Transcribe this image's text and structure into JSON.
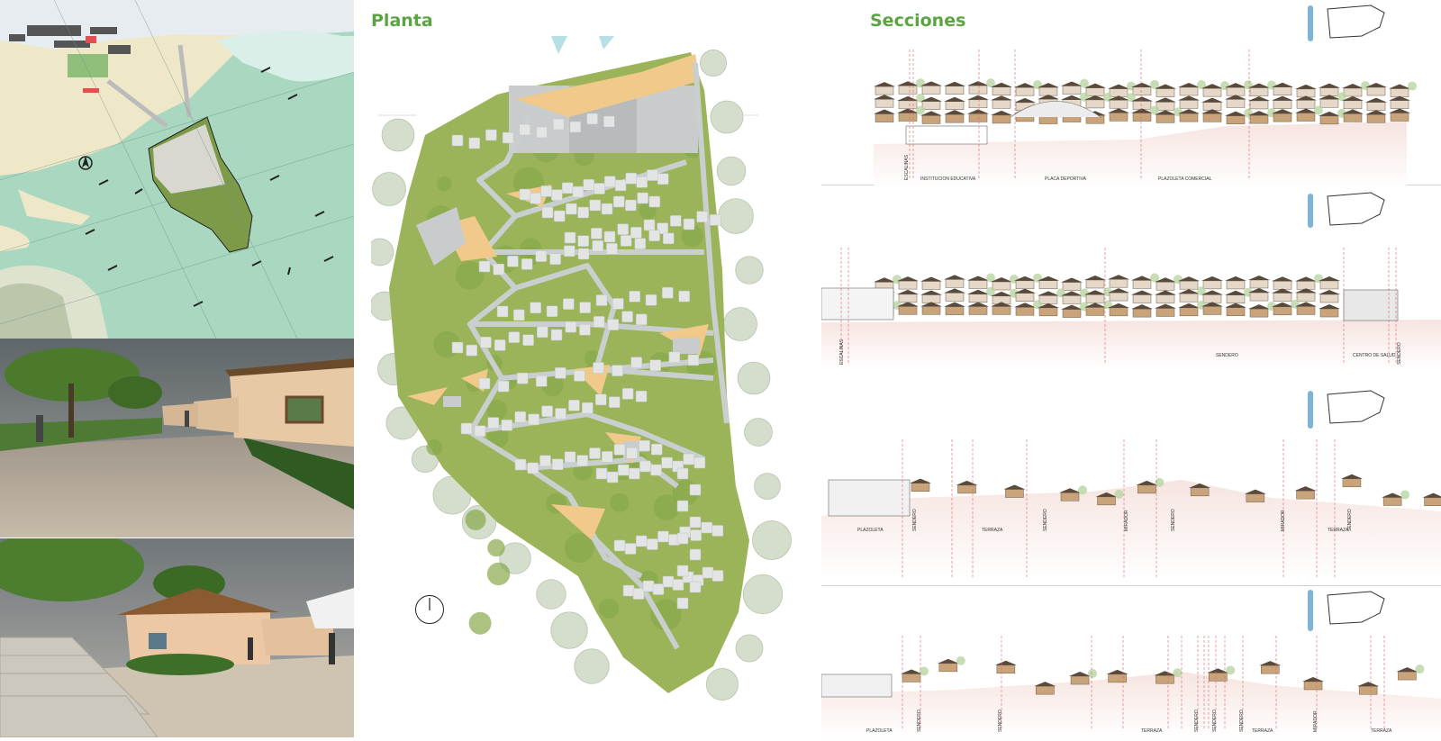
{
  "headings": {
    "plan": "Planta",
    "sections": "Secciones"
  },
  "colors": {
    "accent": "#5aa542",
    "terrain": "#9bb45a",
    "plaza": "#f1c98a",
    "path": "#c9cfcf",
    "house": "#d9dcdc",
    "tree": "#c8d3bf",
    "water": "#a9d7c0",
    "sand": "#efe8c8"
  },
  "sections": [
    {
      "labels": [
        "ESCALINAS",
        "INSTITUCION EDUCATIVA",
        "PLACA DEPORTIVA",
        "PLAZOLETA COMERCIAL"
      ]
    },
    {
      "labels": [
        "ESCALINAS",
        "SENDERO",
        "CENTRO DE SALUD",
        "SENDERO"
      ]
    },
    {
      "labels": [
        "PLAZOLETA",
        "SENDERO",
        "TERRAZA",
        "SENDERO",
        "MIRADOR",
        "SENDERO",
        "MIRADOR",
        "TERRAZA",
        "SENDERO"
      ]
    },
    {
      "labels": [
        "PLAZOLETA",
        "SENDERO",
        "SENDERO",
        "TERRAZA",
        "SENDERO",
        "SENDERO",
        "SENDERO",
        "TERRAZA",
        "MIRADOR",
        "TERRAZA"
      ]
    }
  ],
  "icons": [
    "north-arrow-icon",
    "compass-icon",
    "key-plan-icon"
  ]
}
